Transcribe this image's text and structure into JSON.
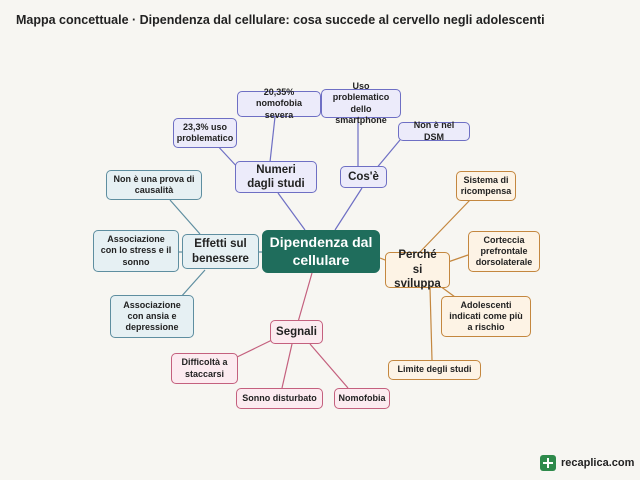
{
  "title": "Mappa concettuale · Dipendenza dal cellulare: cosa succede al cervello negli adolescenti",
  "center": "Dipendenza dal cellulare",
  "branches": {
    "numeri": {
      "label": "Numeri dagli studi",
      "items": [
        "20,35% nomofobia severa",
        "23,3% uso problematico"
      ]
    },
    "cose": {
      "label": "Cos'è",
      "items": [
        "Uso problematico dello smartphone",
        "Non è nel DSM"
      ]
    },
    "effetti": {
      "label": "Effetti sul benessere",
      "items": [
        "Non è una prova di causalità",
        "Associazione con lo stress e il sonno",
        "Associazione con ansia e depressione"
      ]
    },
    "perche": {
      "label": "Perché si sviluppa",
      "items": [
        "Sistema di ricompensa",
        "Corteccia prefrontale dorsolaterale",
        "Adolescenti indicati come più a rischio",
        "Limite degli studi"
      ]
    },
    "segnali": {
      "label": "Segnali",
      "items": [
        "Difficoltà a staccarsi",
        "Sonno disturbato",
        "Nomofobia"
      ]
    }
  },
  "colors": {
    "purple": "#6e6fc4",
    "teal": "#5e8ea0",
    "orange": "#c4873f",
    "pink": "#c4607e",
    "center": "#1f6d5c"
  },
  "logo": {
    "text": "recaplica.com",
    "icon": "recaplica-logo-icon"
  }
}
